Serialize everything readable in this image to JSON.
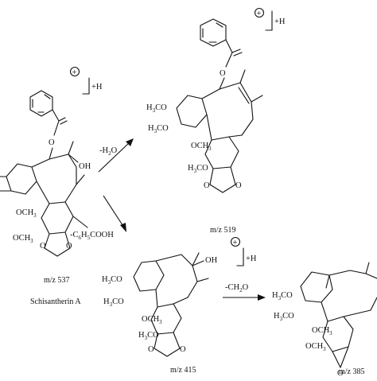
{
  "charge_symbol": "+",
  "proton": "+H",
  "structures": {
    "schisantherin_a": {
      "oh": "OH",
      "och3_lower": "OCH",
      "och3_sub": "3",
      "och3_2": "OCH",
      "och3_2_sub": "3",
      "loss_label": "-C",
      "loss_sub": "6",
      "loss_rest": "H",
      "loss_sub2": "5",
      "loss_tail": "COOH",
      "mz": "m/z 537",
      "name": "Schisantherin A"
    },
    "ion_519": {
      "meo1_a": "H",
      "meo1_sub": "3",
      "meo1_b": "CO",
      "meo2_a": "H",
      "meo2_sub": "3",
      "meo2_b": "CO",
      "och3": "OCH",
      "och3_sub": "3",
      "meo3_a": "H",
      "meo3_sub": "3",
      "meo3_b": "CO",
      "mz": "m/z 519"
    },
    "ion_415": {
      "meo1_a": "H",
      "meo1_sub": "3",
      "meo1_b": "CO",
      "meo2_a": "H",
      "meo2_sub": "3",
      "meo2_b": "CO",
      "oh": "OH",
      "och3": "OCH",
      "och3_sub": "3",
      "meo3_a": "H",
      "meo3_sub": "3",
      "meo3_b": "CO",
      "mz": "m/z 415"
    },
    "ion_385": {
      "meo1_a": "H",
      "meo1_sub": "3",
      "meo1_b": "CO",
      "meo2_a": "H",
      "meo2_sub": "3",
      "meo2_b": "CO",
      "och3": "OCH",
      "och3_sub": "3",
      "och3_2": "OCH",
      "och3_2_sub": "3",
      "mz": "m/z 385"
    }
  },
  "arrows": {
    "water_loss_a": "-H",
    "water_loss_sub": "2",
    "water_loss_b": "O",
    "ch2o_loss_a": "-CH",
    "ch2o_loss_sub": "2",
    "ch2o_loss_b": "O"
  }
}
